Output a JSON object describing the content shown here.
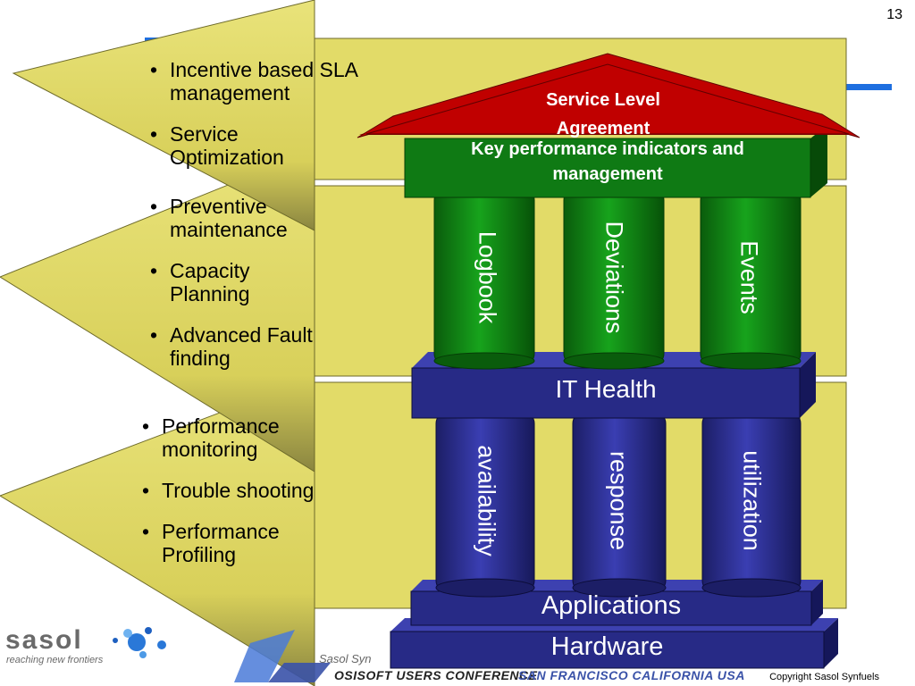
{
  "slide": {
    "page_number": "13"
  },
  "tiers": [
    {
      "bullets": [
        "Incentive based SLA management",
        "Service Optimization"
      ]
    },
    {
      "bullets": [
        "Preventive maintenance",
        "Capacity Planning",
        "Advanced Fault finding"
      ]
    },
    {
      "bullets": [
        "Performance monitoring",
        "Trouble shooting",
        "Performance Profiling"
      ]
    }
  ],
  "temple": {
    "roof": "Service Level Agreement",
    "kpi_band": "Key performance indicators and management",
    "upper_pillars": [
      "Logbook",
      "Deviations",
      "Events"
    ],
    "middle_band": "IT Health",
    "lower_pillars": [
      "availability",
      "response",
      "utilization"
    ],
    "base_band": "Applications",
    "foundation": "Hardware"
  },
  "footer": {
    "logo_text": "sasol",
    "tagline": "reaching new frontiers",
    "company_partial": "Sasol Syn",
    "conference": "OSISOFT USERS CONFERENCE",
    "location": "SAN FRANCISCO CALIFORNIA USA",
    "copyright": "Copyright Sasol Synfuels"
  },
  "colors": {
    "arrow_fill": "#e6df6a",
    "green": "#0f7a14",
    "navy": "#272a86",
    "roof_red": "#c00000",
    "accent_blue": "#1e6fe0"
  }
}
